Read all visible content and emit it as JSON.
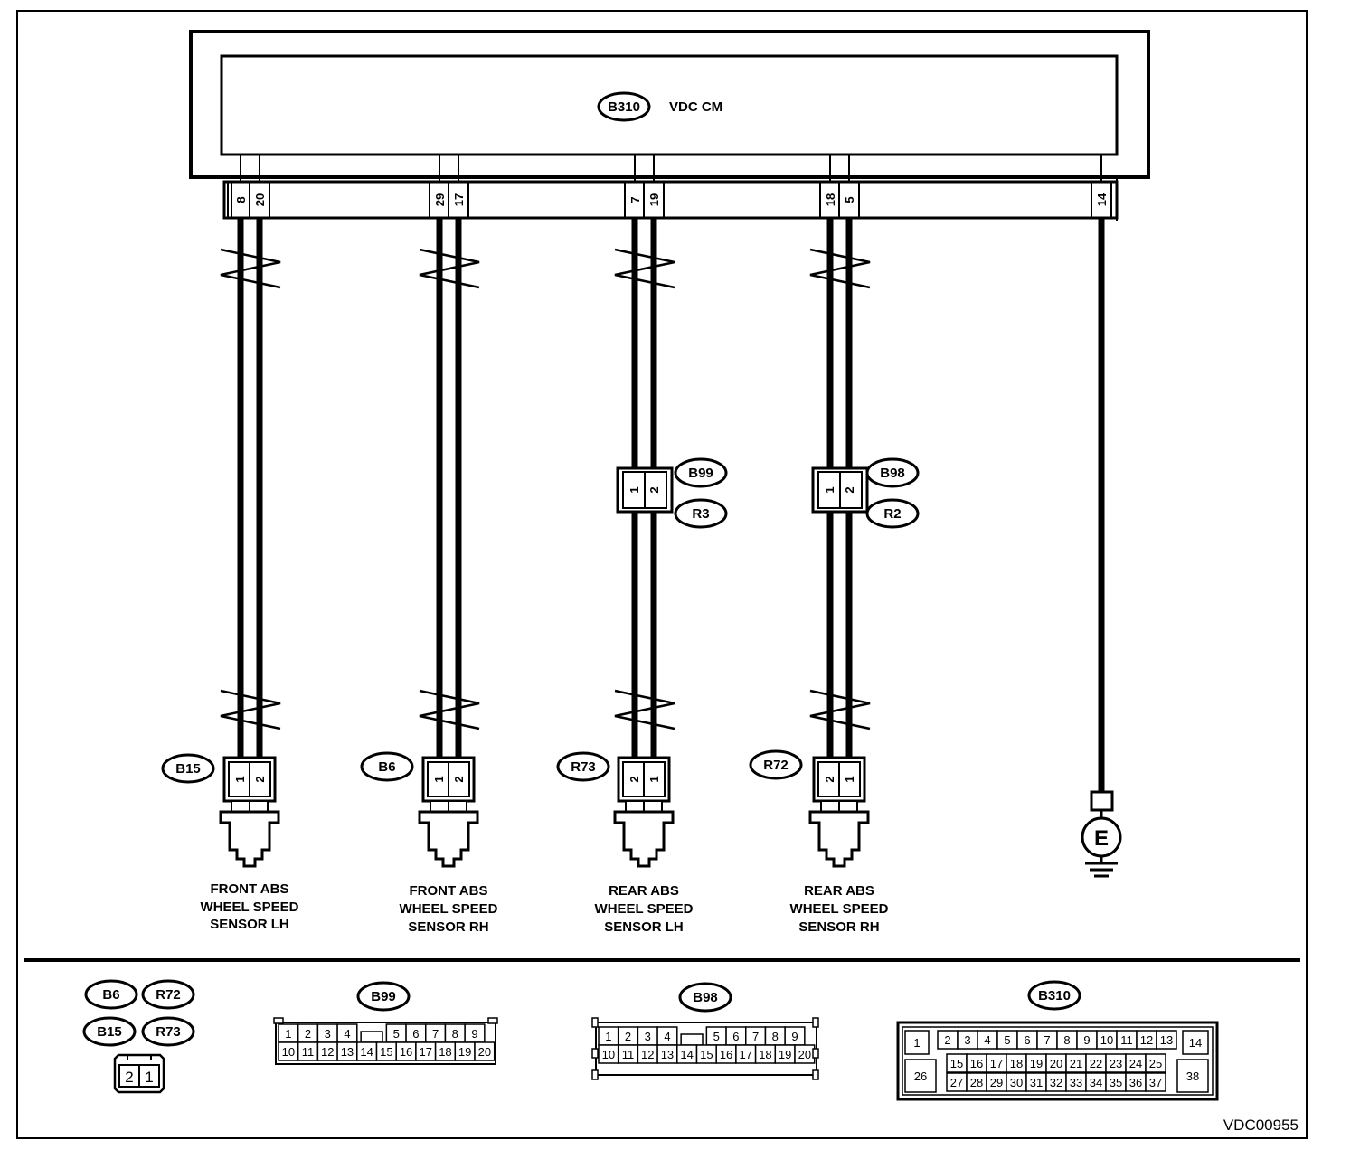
{
  "diagram_id": "VDC00955",
  "module": {
    "connector": "B310",
    "name": "VDC CM"
  },
  "module_pins": [
    "8",
    "20",
    "29",
    "17",
    "7",
    "19",
    "18",
    "5",
    "14"
  ],
  "mid_connectors": [
    {
      "upper": "B99",
      "lower": "R3",
      "pins": [
        "1",
        "2"
      ]
    },
    {
      "upper": "B98",
      "lower": "R2",
      "pins": [
        "1",
        "2"
      ]
    }
  ],
  "sensors": [
    {
      "connector": "B15",
      "pins": [
        "1",
        "2"
      ],
      "line1": "FRONT ABS",
      "line2": "WHEEL SPEED",
      "line3": "SENSOR LH"
    },
    {
      "connector": "B6",
      "pins": [
        "1",
        "2"
      ],
      "line1": "FRONT ABS",
      "line2": "WHEEL SPEED",
      "line3": "SENSOR RH"
    },
    {
      "connector": "R73",
      "pins": [
        "2",
        "1"
      ],
      "line1": "REAR ABS",
      "line2": "WHEEL SPEED",
      "line3": "SENSOR LH"
    },
    {
      "connector": "R72",
      "pins": [
        "2",
        "1"
      ],
      "line1": "REAR ABS",
      "line2": "WHEEL SPEED",
      "line3": "SENSOR RH"
    }
  ],
  "ground": {
    "label": "E"
  },
  "legend": {
    "small": {
      "tags": [
        "B6",
        "R72",
        "B15",
        "R73"
      ],
      "pins": [
        "2",
        "1"
      ]
    },
    "b99": {
      "tag": "B99",
      "top": [
        "1",
        "2",
        "3",
        "4",
        "5",
        "6",
        "7",
        "8",
        "9"
      ],
      "bottom": [
        "10",
        "11",
        "12",
        "13",
        "14",
        "15",
        "16",
        "17",
        "18",
        "19",
        "20"
      ]
    },
    "b98": {
      "tag": "B98",
      "top": [
        "1",
        "2",
        "3",
        "4",
        "5",
        "6",
        "7",
        "8",
        "9"
      ],
      "bottom": [
        "10",
        "11",
        "12",
        "13",
        "14",
        "15",
        "16",
        "17",
        "18",
        "19",
        "20"
      ]
    },
    "b310": {
      "tag": "B310",
      "left_top": "1",
      "left_bottom": "26",
      "right_top": "14",
      "right_bottom": "38",
      "row1": [
        "2",
        "3",
        "4",
        "5",
        "6",
        "7",
        "8",
        "9",
        "10",
        "11",
        "12",
        "13"
      ],
      "row2": [
        "15",
        "16",
        "17",
        "18",
        "19",
        "20",
        "21",
        "22",
        "23",
        "24",
        "25"
      ],
      "row3": [
        "27",
        "28",
        "29",
        "30",
        "31",
        "32",
        "33",
        "34",
        "35",
        "36",
        "37"
      ]
    }
  }
}
